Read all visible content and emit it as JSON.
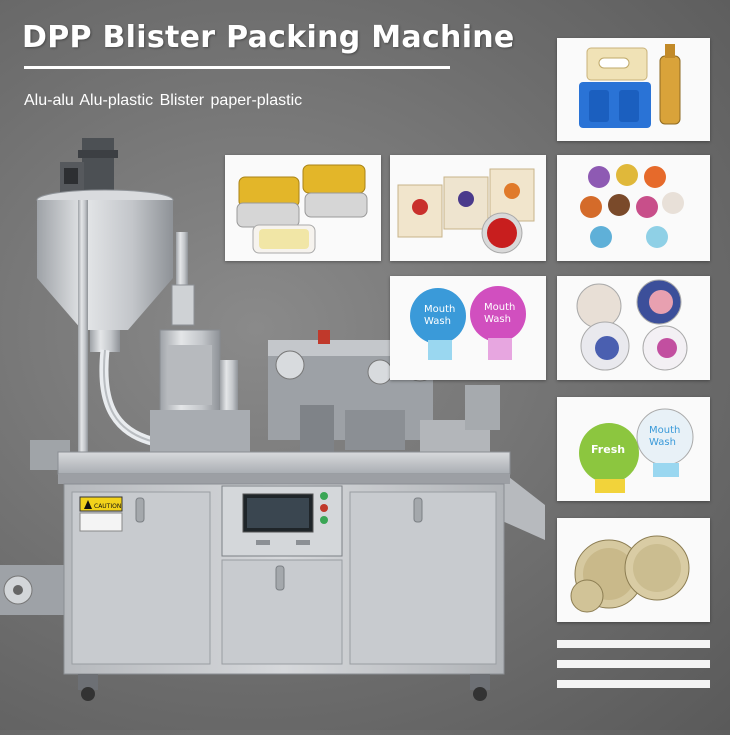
{
  "header": {
    "title": "DPP Blister Packing Machine",
    "subtitle": "Alu-alu  Alu-plastic  Blister paper-plastic"
  },
  "machine": {
    "caution_label": "CAUTION"
  },
  "samples": {
    "mouthwash_blue": [
      "Mouth",
      "Wash"
    ],
    "mouthwash_pink": [
      "Mouth",
      "Wash"
    ],
    "mouthwash_green": [
      "Mouth",
      "Wash"
    ],
    "lid_green": "Fresh"
  },
  "colors": {
    "background": "#6f6f6f",
    "title": "#ffffff",
    "steel": "#c9ccd0",
    "panel": "#fafafa"
  }
}
